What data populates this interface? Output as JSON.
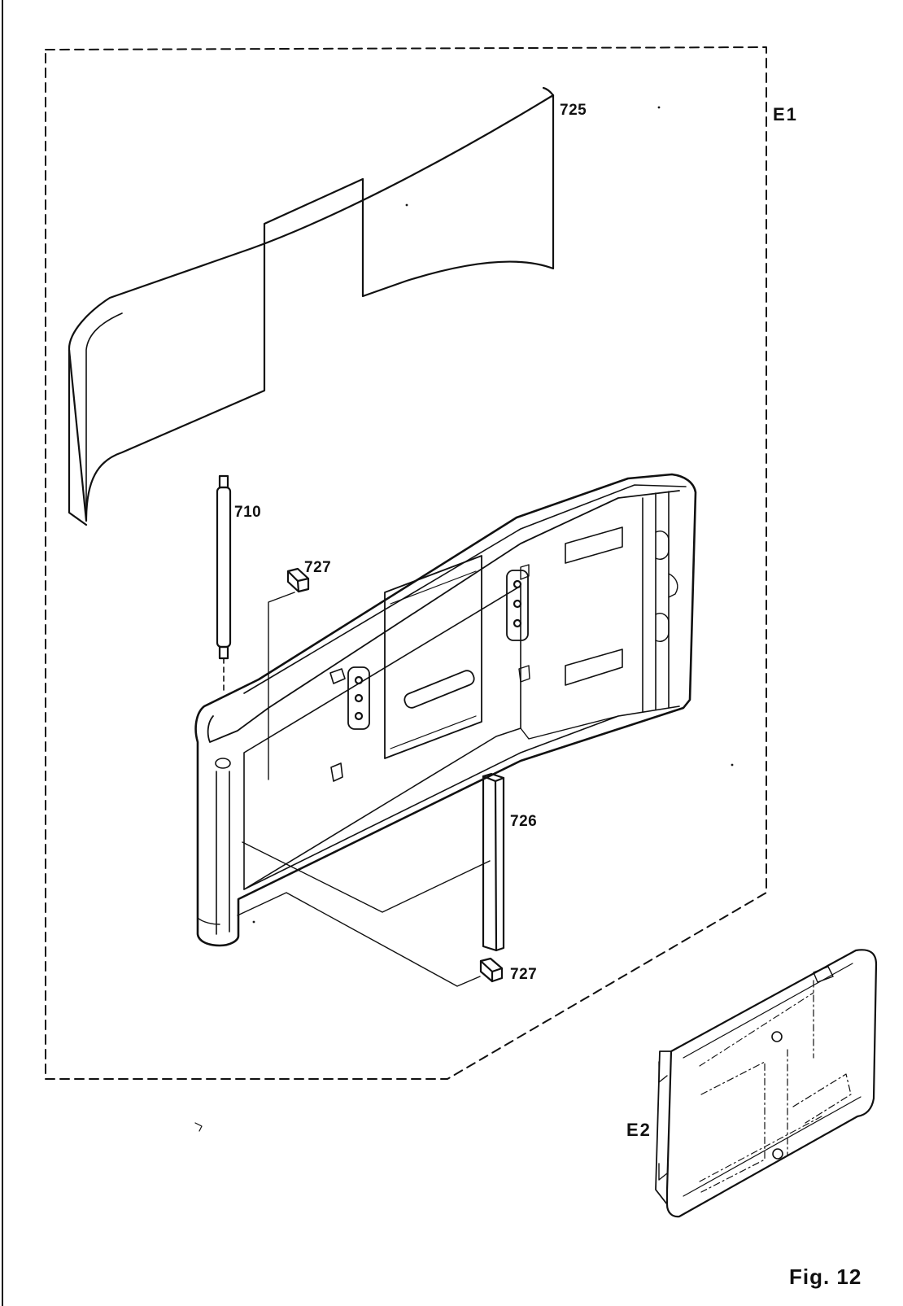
{
  "labels": {
    "p725": "725",
    "p710": "710",
    "p727_top": "727",
    "p726": "726",
    "p727_bottom": "727",
    "e1": "E1",
    "e2": "E2",
    "figure": "Fig. 12"
  },
  "colors": {
    "ink": "#111111",
    "paper": "#ffffff"
  }
}
